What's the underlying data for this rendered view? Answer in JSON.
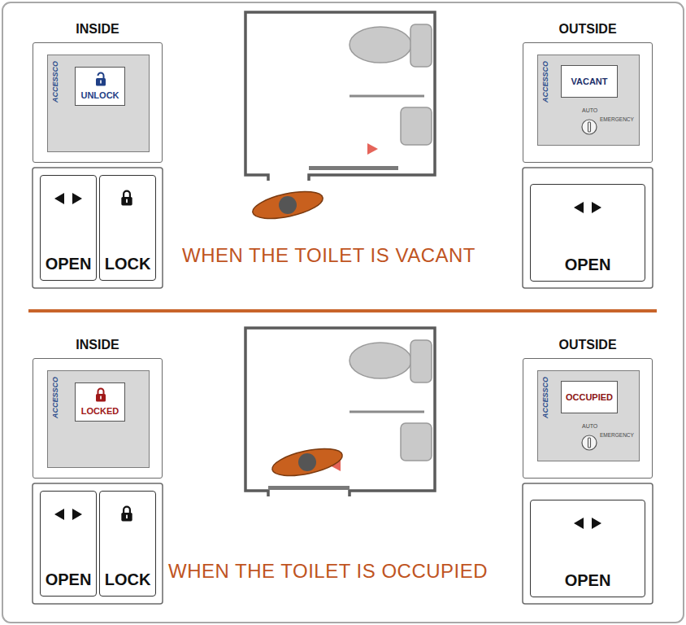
{
  "diagram": {
    "nodes": [
      {
        "text": [
          "INSIDE"
        ]
      },
      {
        "text": [
          "ACCESSCO"
        ],
        "in": 0
      },
      {
        "text": [
          "UNLOCK"
        ],
        "in": 1
      },
      {
        "text": [
          "OPEN"
        ]
      },
      {
        "text": [
          "LOCK"
        ]
      },
      {
        "text": [
          "OUTSIDE"
        ]
      },
      {
        "text": [
          "ACCESSCO",
          "AUTO",
          "EMERGENCY"
        ],
        "in": 5
      },
      {
        "text": [
          "VACANT"
        ],
        "in": 6
      },
      {
        "text": [
          "OPEN"
        ]
      },
      {
        "text": [
          "INSIDE"
        ]
      },
      {
        "text": [
          "ACCESSCO"
        ],
        "in": 9
      },
      {
        "text": [
          "LOCKED"
        ],
        "in": 10
      },
      {
        "text": [
          "OPEN"
        ]
      },
      {
        "text": [
          "LOCK"
        ]
      },
      {
        "text": [
          "OUTSIDE"
        ]
      },
      {
        "text": [
          "ACCESSCO",
          "AUTO",
          "EMERGENCY"
        ],
        "in": 14
      },
      {
        "text": [
          "OCCUPIED"
        ],
        "in": 15
      },
      {
        "text": [
          "OPEN"
        ]
      }
    ],
    "labels": [
      "WHEN THE TOILET IS VACANT",
      "WHEN THE TOILET IS OCCUPIED"
    ]
  }
}
